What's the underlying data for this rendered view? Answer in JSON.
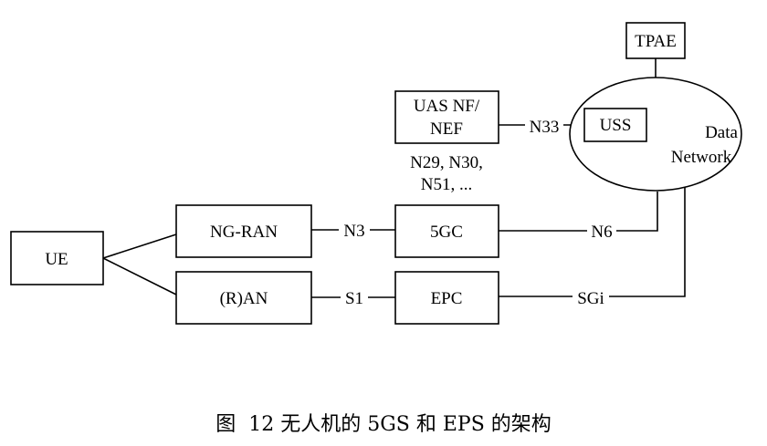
{
  "nodes": {
    "ue": "UE",
    "ng_ran": "NG-RAN",
    "r_an": "(R)AN",
    "fivegc": "5GC",
    "epc": "EPC",
    "uas_nf_line1": "UAS NF/",
    "uas_nf_line2": "NEF",
    "uss": "USS",
    "tpae": "TPAE",
    "data_network_line1": "Data",
    "data_network_line2": "Network"
  },
  "interfaces": {
    "n3": "N3",
    "s1": "S1",
    "n6": "N6",
    "sgi": "SGi",
    "n33": "N33",
    "n29_line1": "N29, N30,",
    "n29_line2": "N51, ..."
  },
  "caption": "图  12 无人机的 5GS 和 EPS 的架构"
}
